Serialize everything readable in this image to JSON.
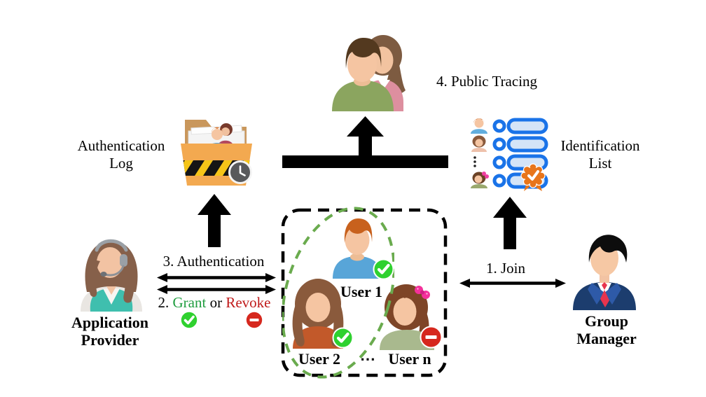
{
  "diagram": {
    "title_hint": "Group signature scheme overview",
    "public_tracing": {
      "label": "4. Public Tracing"
    },
    "auth_log": {
      "line1": "Authentication",
      "line2": "Log"
    },
    "identification_list": {
      "line1": "Identification",
      "line2": "List"
    },
    "application_provider": {
      "line1": "Application",
      "line2": "Provider"
    },
    "group_manager": {
      "line1": "Group",
      "line2": "Manager"
    },
    "arrows": {
      "authentication": "3. Authentication",
      "grant_prefix": "2. ",
      "grant": "Grant",
      "or": " or ",
      "revoke": "Revoke",
      "join": "1. Join"
    },
    "users": {
      "user1": "User 1",
      "user2": "User 2",
      "ellipsis": "⋯",
      "usern": "User n"
    },
    "icons": {
      "check-icon": "✓",
      "minus-icon": "−",
      "vertical-ellipsis-icon": "⋮",
      "clock-icon": "🕐",
      "rosette-icon": "certified badge",
      "folder-icon": "authentication log folder",
      "people-pair-icon": "public tracing users",
      "headset-agent-icon": "application provider",
      "suit-man-icon": "group manager"
    },
    "colors": {
      "arrow_black": "#000000",
      "grant_green": "#1f9d3f",
      "revoke_red": "#c01a1a",
      "check_badge_green": "#2fd12f",
      "deny_badge_red": "#d6281e",
      "group_ellipse_green": "#6aab4e",
      "list_blue": "#1a73e8",
      "rosette_orange": "#e8751a",
      "folder_orange": "#f3a950",
      "folder_tan": "#c9975c",
      "suit_navy": "#1c3d6e",
      "tie_red": "#e8344e",
      "vest_teal": "#3fbfae"
    }
  }
}
